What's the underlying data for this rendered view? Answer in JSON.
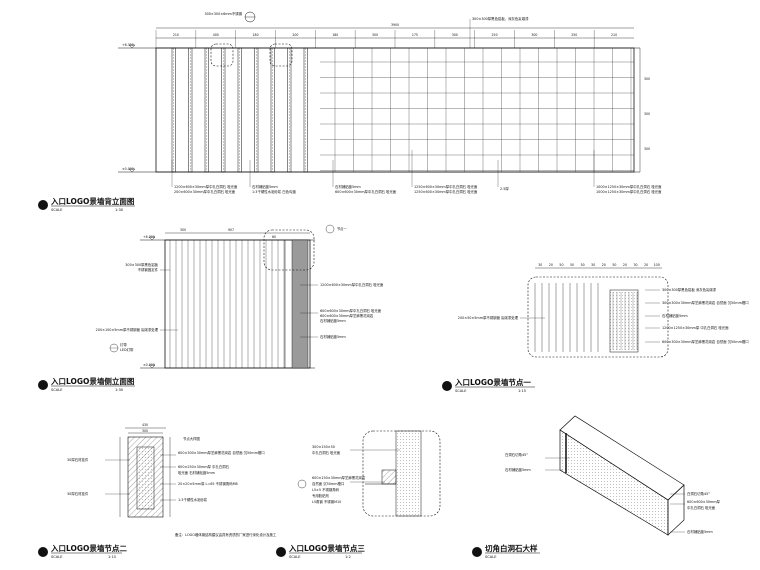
{
  "drawings": {
    "main_elevation": {
      "title": "入口LOGO景墙背立面图",
      "scale_label": "SCALE",
      "scale_value": "1:30",
      "level_top": "+6.300",
      "level_bottom": "±0.000",
      "top_dim_total": "3900",
      "top_dims": [
        "210",
        "400",
        "180",
        "200",
        "180",
        "300",
        "175",
        "300",
        "250",
        "300",
        "250",
        "210"
      ],
      "top_callout_left": "300×300×6mm不锈钢",
      "top_callout_right": "300×300厚黑色铝板，深灰色氟碳漆",
      "right_dims": [
        "300",
        "300",
        "300"
      ],
      "bottom_callouts": [
        "1200×600×30mm厚中孔白洞石 哑光面",
        "200×600×30mm厚中孔白洞石 哑光面",
        "石材铺贴缝5mm",
        "1:3干硬性水泥砂浆 白色勾缝",
        "石材铺贴缝5mm",
        "600×600×30mm厚中孔白洞石 哑光面",
        "1250×600×30mm厚中孔白洞石 哑光面",
        "1250×600×30mm厚中孔白洞石 哑光面",
        "2.5厚",
        "1000×1250×30mm厚中孔白洞石 哑光面",
        "1000×1250×30mm厚中孔白洞石 哑光面"
      ]
    },
    "side_elevation": {
      "title": "入口LOGO景墙侧立面图",
      "scale_label": "SCALE",
      "scale_value": "1:30",
      "level_top": "+6.300",
      "level_bottom": "±0.000",
      "detail_ref": "节点一",
      "top_dims": [
        "300",
        "907",
        "60"
      ],
      "callouts_left": [
        "300×300厚黑色铝板",
        "不锈钢固定件",
        "200×100×5mm厚不锈钢管 氟碳漆处理",
        "灯带",
        "LED灯带"
      ],
      "callouts_right": [
        "1200×600×30mm厚中孔白洞石 哑光面",
        "600×600×30mm厚中孔白洞石 哑光面",
        "600×600×30mm厚芝麻黑花岗岩",
        "石材铺贴缝5mm",
        "石材铺贴缝5mm"
      ]
    },
    "node_one": {
      "title": "入口LOGO景墙节点一",
      "scale_label": "SCALE",
      "scale_value": "1:15",
      "top_dims": [
        "30",
        "20",
        "50",
        "50",
        "50",
        "30",
        "20",
        "50",
        "20",
        "30",
        "20",
        "100"
      ],
      "callout_left": "200×50×5mm厚不锈钢管 氟碳漆处理",
      "callouts_right": [
        "300×300厚黑色铝板 深灰色氟碳漆",
        "300×300×30mm厚芝麻黑花岗岩 自然面 沉50mm槽口",
        "石材铺贴缝5mm",
        "1200×1250×30mm厚 中孔白洞石 哑光面",
        "600×300×30mm厚芝麻黑花岗岩 自然面 沉50mm槽口"
      ]
    },
    "node_two": {
      "title": "入口LOGO景墙节点二",
      "scale_label": "SCALE",
      "scale_value": "1:15",
      "top_dims": [
        "430",
        "300"
      ],
      "ref_label": "节点大样图",
      "callouts_left": [
        "30厚石材挂件",
        "30厚石材挂件"
      ],
      "callouts_right": [
        "600×300×30mm厚芝麻黑花岗岩 自然面 沉50mm槽口",
        "600×250×30mm厚 中孔白洞石",
        "哑光面 石材铺贴缝5mm",
        "20×20×5mm厚 L=65 不锈钢角码M8",
        "1:3干硬性水泥砂浆"
      ],
      "note": "备注：LOGO墙体钢结构建议由具有资质的厂家进行深化设计及施工"
    },
    "node_three": {
      "title": "入口LOGO景墙节点三",
      "scale_label": "SCALE",
      "scale_value": "1:2",
      "callouts": [
        "300×150×50",
        "中孔白洞石 哑光面",
        "600×150×30mm厚芝麻黑花岗岩",
        "自然面 沉50mm槽口",
        "L5×5 不锈钢角码",
        "专用胶粘剂",
        "L5角钢 不锈钢M10"
      ]
    },
    "stone_detail": {
      "title": "切角白洞石大样",
      "scale_label": "SCALE",
      "callouts_left": [
        "白洞石切角45°",
        "石材铺贴缝5mm"
      ],
      "callouts_right": [
        "白洞石切角45°",
        "600×600×30mm厚",
        "中孔白洞石 哑光面",
        "石材铺贴缝5mm"
      ]
    }
  }
}
